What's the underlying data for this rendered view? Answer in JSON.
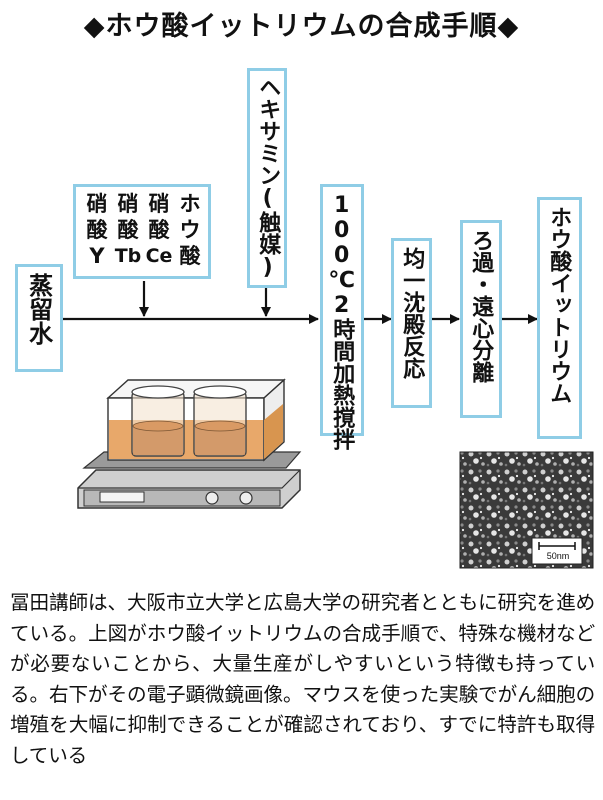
{
  "title": "◆ホウ酸イットリウムの合成手順◆",
  "boxes": {
    "water": "蒸留水",
    "nitrates": [
      "硝酸Y",
      "硝酸Tb",
      "硝酸Ce",
      "ホウ酸"
    ],
    "hexamine": "ヘキサミン(触媒)",
    "heating": "100℃2時間加熱撹拌",
    "precipitation": "均一沈殿反応",
    "separation": "ろ過・遠心分離",
    "product": "ホウ酸イットリウム"
  },
  "scale_label": "50nm",
  "caption": "冨田講師は、大阪市立大学と広島大学の研究者とともに研究を進めている。上図がホウ酸イットリウムの合成手順で、特殊な機材などが必要ないことから、大量生産がしやすいという特徴も持っている。右下がその電子顕微鏡画像。マウスを使った実験でがん細胞の増殖を大幅に抑制できることが確認されており、すでに特許も取得している",
  "colors": {
    "box_border": "#8fcde6",
    "liquid": "#e8a86a",
    "apparatus": "#9a9a9a"
  }
}
